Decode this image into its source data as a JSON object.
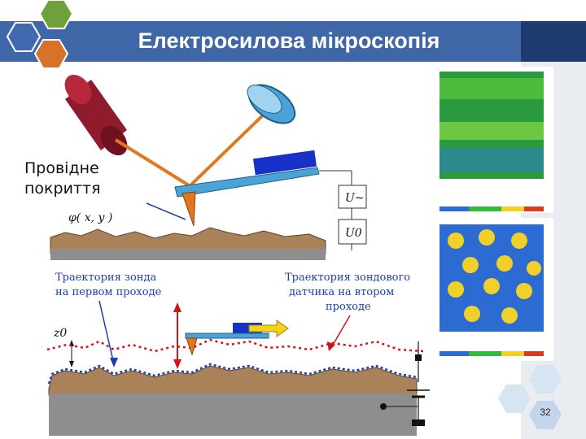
{
  "title": "Електросилова мікроскопія",
  "label_coating": "Провідне покриття",
  "label_phi": "φ( x, y )",
  "label_u_ac": "U~",
  "label_u0": "U0",
  "label_z0": "z0",
  "annot_first_pass": [
    "Траектория зонда",
    "на первом проходе"
  ],
  "annot_second_pass": [
    "Траектория зондового",
    "датчика на втором",
    "проходе"
  ],
  "page_number": "32",
  "colors": {
    "title_bar": "#3f67a8",
    "title_dark": "#1f3b70",
    "hex_green": "#6ea13a",
    "hex_orange": "#d8722a",
    "hex_blue": "#4169b0",
    "laser": "#8f1c2c",
    "detector": "#4aa3d6",
    "cantilever": "#4aa3d6",
    "probe_body": "#1730c7",
    "trajectory_first": "#1d3ea8",
    "trajectory_second": "#d11414",
    "terrain": "#a9825a",
    "substrate": "#8e8e8e"
  }
}
